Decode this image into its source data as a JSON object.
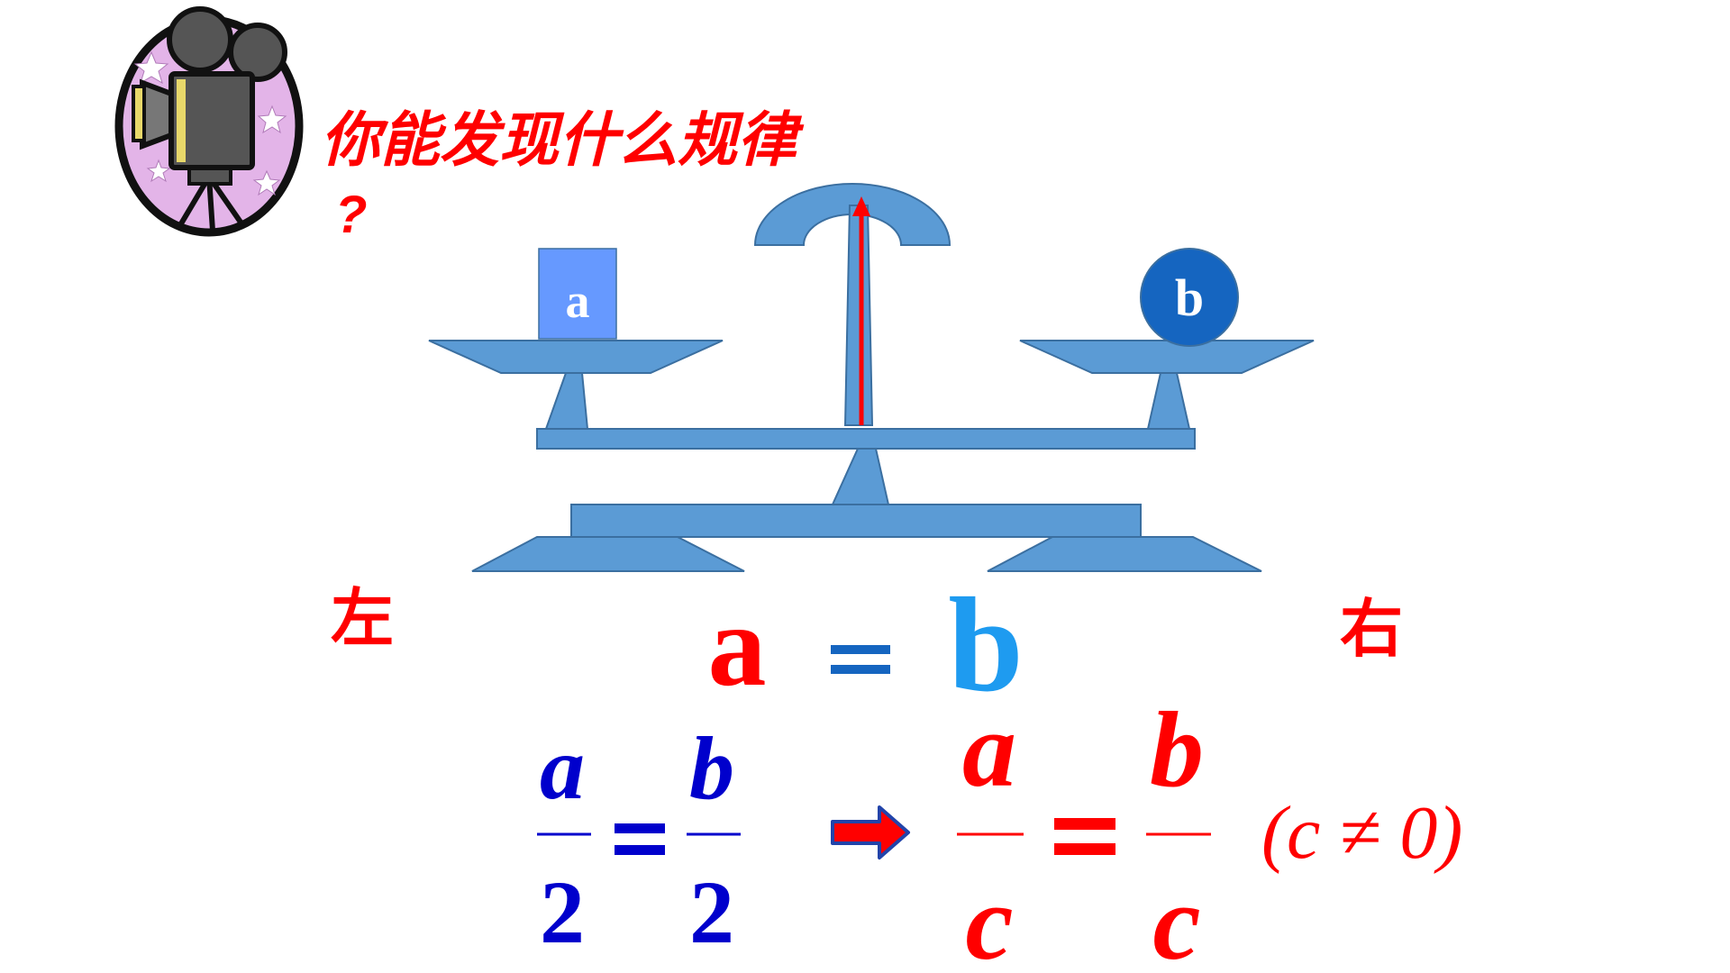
{
  "prompt": {
    "question": "你能发现什么规律",
    "question_mark": "?"
  },
  "scale": {
    "left_item_label": "a",
    "right_item_label": "b",
    "left_side_label": "左",
    "right_side_label": "右"
  },
  "equation_main": {
    "left": "a",
    "equals": "=",
    "right": "b"
  },
  "fraction_equation": {
    "left_numerator": "a",
    "left_denominator": "2",
    "equals": "=",
    "right_numerator": "b",
    "right_denominator": "2"
  },
  "general_equation": {
    "left_numerator": "a",
    "left_denominator": "c",
    "equals": "=",
    "right_numerator": "b",
    "right_denominator": "c",
    "condition": "(c ≠ 0)"
  },
  "colors": {
    "scale_blue": "#5b9bd5",
    "scale_outline": "#3b6fa0",
    "block_a": "#6699ff",
    "ball_b": "#1565c0",
    "title_red": "#ff0000",
    "equation_red": "#ff0000",
    "equation_light_blue": "#1e9bf0",
    "fraction_blue": "#0000cc",
    "equals_blue": "#1565c0",
    "camera_bubble": "#e3b4e8",
    "camera_body": "#555555"
  },
  "icons": {
    "camera": "movie-camera-icon",
    "arrow": "right-arrow-icon"
  }
}
